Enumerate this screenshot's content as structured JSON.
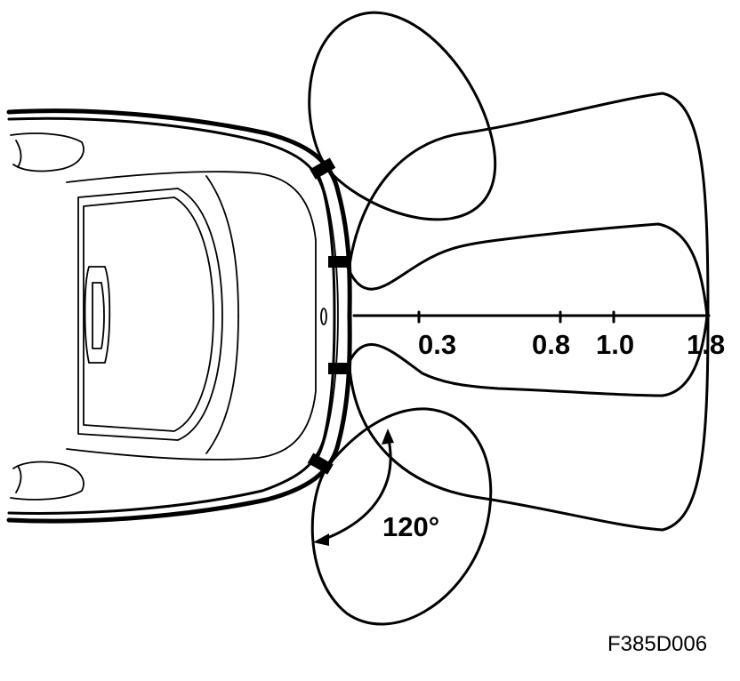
{
  "distance_labels": [
    "0.3",
    "0.8",
    "1.0",
    "1.8"
  ],
  "angle_label": "120°",
  "figure_code": "F385D006"
}
